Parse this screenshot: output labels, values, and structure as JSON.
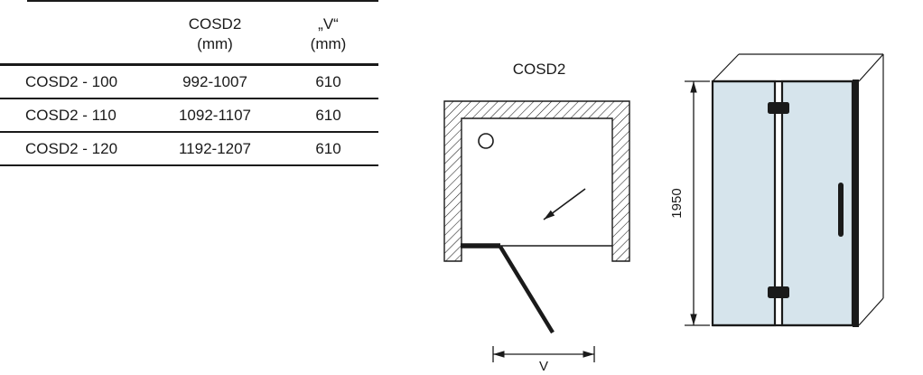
{
  "colors": {
    "line": "#1a1a1a",
    "glass": "#d6e4ec"
  },
  "table": {
    "headers": {
      "cosd2_line1": "COSD2",
      "cosd2_line2": "(mm)",
      "v_line1": "„V“",
      "v_line2": "(mm)"
    },
    "rows": [
      {
        "model": "COSD2 - 100",
        "range": "992-1007",
        "v": "610"
      },
      {
        "model": "COSD2 - 110",
        "range": "1092-1107",
        "v": "610"
      },
      {
        "model": "COSD2 - 120",
        "range": "1192-1207",
        "v": "610"
      }
    ]
  },
  "plan_view": {
    "title": "COSD2",
    "width_dim_label": "V"
  },
  "elevation_view": {
    "height_dim_label": "1950"
  }
}
